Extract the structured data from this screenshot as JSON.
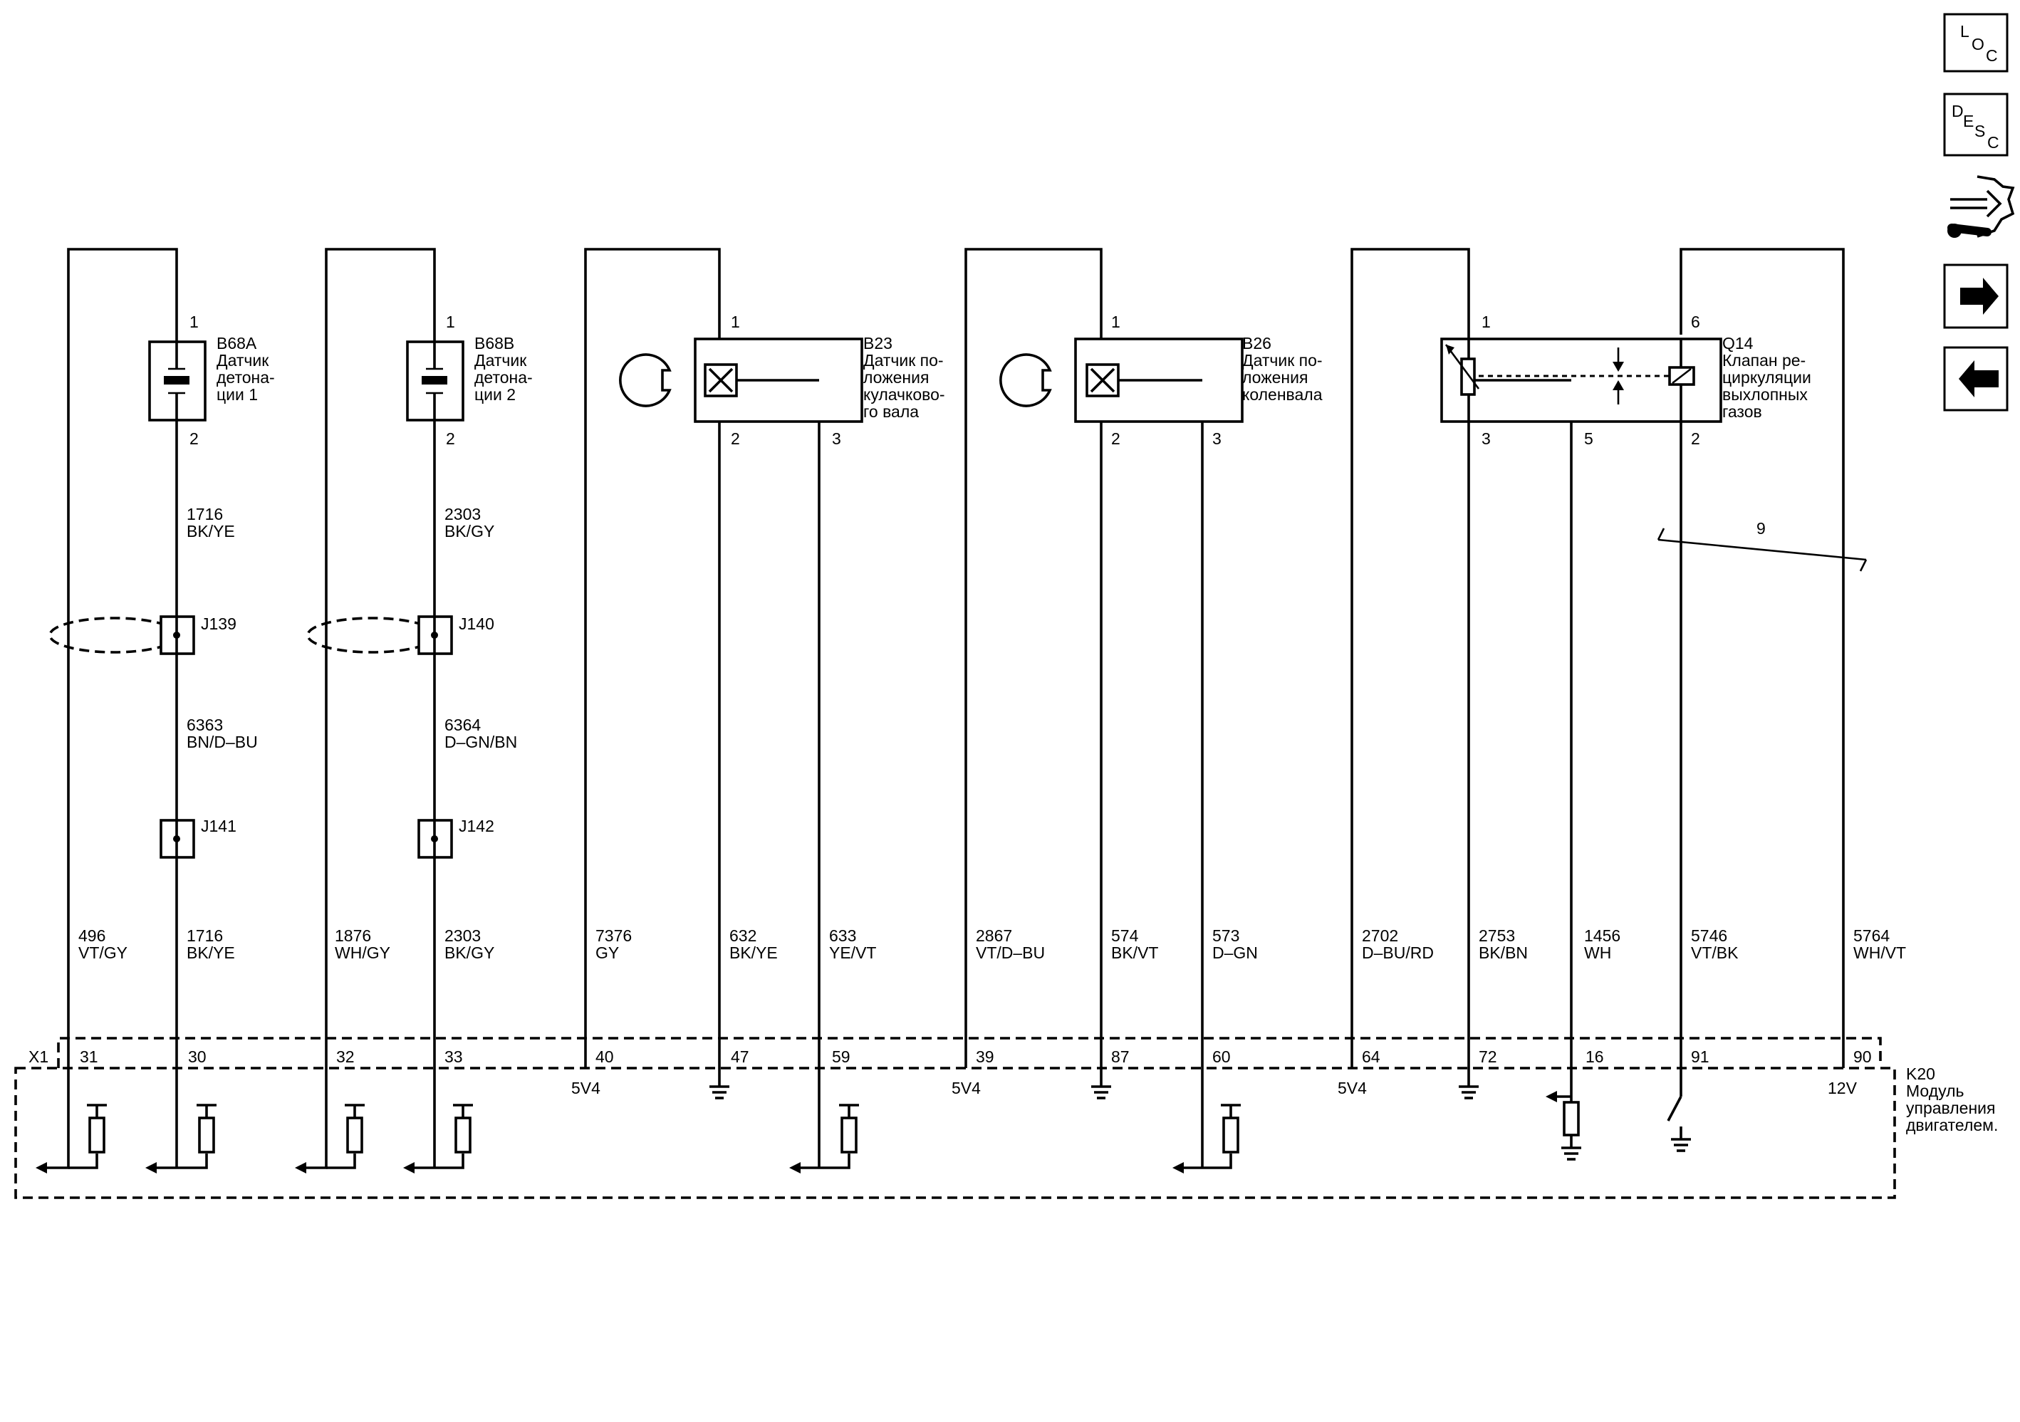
{
  "nav": {
    "loc": {
      "l1": "L",
      "l2": "O",
      "l3": "C"
    },
    "desc": {
      "l1": "D",
      "l2": "E",
      "l3": "S",
      "l4": "C"
    }
  },
  "components": {
    "b68a": {
      "id": "B68A",
      "line1": "Датчик",
      "line2": "детона-",
      "line3": "ции 1",
      "pin_top": "1",
      "pin_bottom": "2"
    },
    "b68b": {
      "id": "B68B",
      "line1": "Датчик",
      "line2": "детона-",
      "line3": "ции 2",
      "pin_top": "1",
      "pin_bottom": "2"
    },
    "b23": {
      "id": "B23",
      "line1": "Датчик по-",
      "line2": "ложения",
      "line3": "кулачково-",
      "line4": "го вала",
      "pin1": "1",
      "pin2": "2",
      "pin3": "3"
    },
    "b26": {
      "id": "B26",
      "line1": "Датчик по-",
      "line2": "ложения",
      "line3": "коленвала",
      "pin1": "1",
      "pin2": "2",
      "pin3": "3"
    },
    "q14": {
      "id": "Q14",
      "line1": "Клапан ре-",
      "line2": "циркуляции",
      "line3": "выхлопных",
      "line4": "газов",
      "pin1": "1",
      "pin6": "6",
      "pin3": "3",
      "pin5": "5",
      "pin2": "2"
    },
    "k20": {
      "id": "K20",
      "line1": "Модуль",
      "line2": "управления",
      "line3": "двигателем."
    }
  },
  "splices": {
    "j139": "J139",
    "j140": "J140",
    "j141": "J141",
    "j142": "J142"
  },
  "mid_wires": {
    "w1716": {
      "number": "1716",
      "color": "BK/YE"
    },
    "w2303": {
      "number": "2303",
      "color": "BK/GY"
    },
    "w6363": {
      "number": "6363",
      "color": "BN/D–BU"
    },
    "w6364": {
      "number": "6364",
      "color": "D–GN/BN"
    }
  },
  "wires": [
    {
      "number": "496",
      "color": "VT/GY",
      "pin": "31"
    },
    {
      "number": "1716",
      "color": "BK/YE",
      "pin": "30"
    },
    {
      "number": "1876",
      "color": "WH/GY",
      "pin": "32"
    },
    {
      "number": "2303",
      "color": "BK/GY",
      "pin": "33"
    },
    {
      "number": "7376",
      "color": "GY",
      "pin": "40"
    },
    {
      "number": "632",
      "color": "BK/YE",
      "pin": "47"
    },
    {
      "number": "633",
      "color": "YE/VT",
      "pin": "59"
    },
    {
      "number": "2867",
      "color": "VT/D–BU",
      "pin": "39"
    },
    {
      "number": "574",
      "color": "BK/VT",
      "pin": "87"
    },
    {
      "number": "573",
      "color": "D–GN",
      "pin": "60"
    },
    {
      "number": "2702",
      "color": "D–BU/RD",
      "pin": "64"
    },
    {
      "number": "2753",
      "color": "BK/BN",
      "pin": "72"
    },
    {
      "number": "1456",
      "color": "WH",
      "pin": "16"
    },
    {
      "number": "5746",
      "color": "VT/BK",
      "pin": "91"
    },
    {
      "number": "5764",
      "color": "WH/VT",
      "pin": "90"
    }
  ],
  "connector": "X1",
  "supply": {
    "v1": "5V4",
    "v2": "5V4",
    "v3": "5V4",
    "v4": "12V"
  },
  "harness_note": "9"
}
